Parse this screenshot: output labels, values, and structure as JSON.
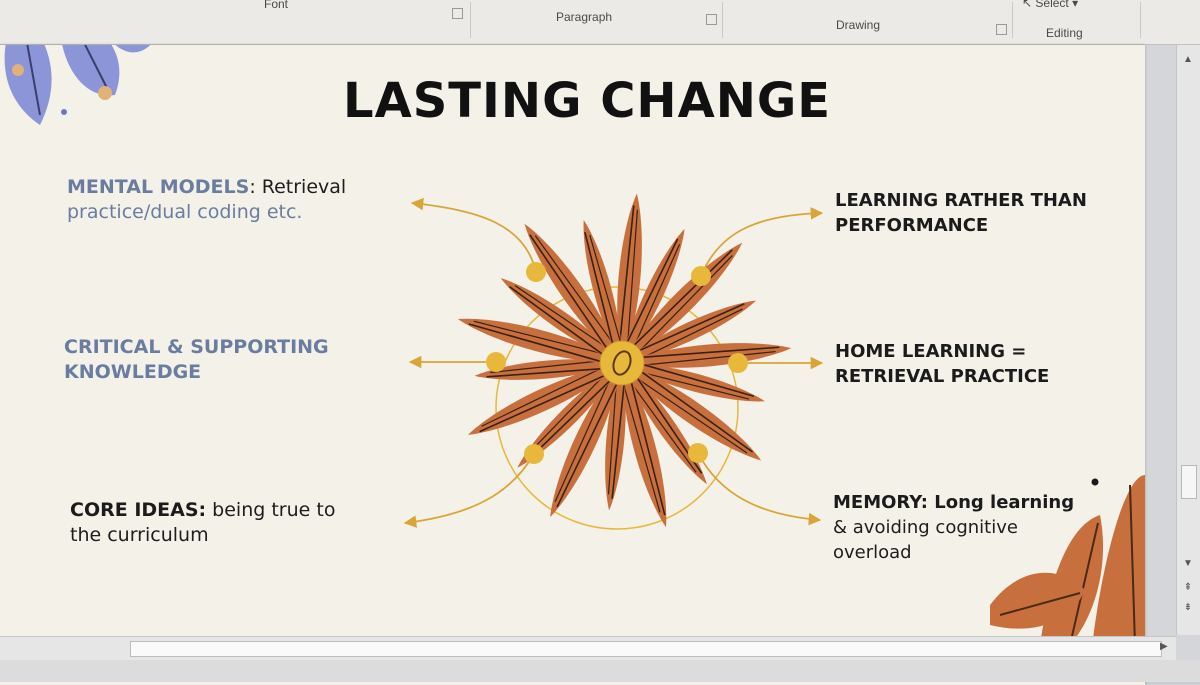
{
  "ribbon": {
    "groups": [
      "Font",
      "Paragraph",
      "Drawing",
      "Editing"
    ],
    "select_label": "Select"
  },
  "slide": {
    "title": "LASTING CHANGE",
    "left": [
      {
        "highlight": "MENTAL MODELS",
        "rest_line1": ": Retrieval",
        "rest_line2": "practice/dual coding etc."
      },
      {
        "line1": "CRITICAL & SUPPORTING",
        "line2": "KNOWLEDGE"
      },
      {
        "bold": "CORE IDEAS:",
        "rest_line1": " being true to",
        "rest_line2": "the curriculum"
      }
    ],
    "right": [
      {
        "line1": "LEARNING RATHER THAN",
        "line2": "PERFORMANCE"
      },
      {
        "line1": "HOME LEARNING =",
        "line2": "RETRIEVAL PRACTICE"
      },
      {
        "bold": "MEMORY: Long learning",
        "rest_line1": "& avoiding cognitive",
        "rest_line2": "overload"
      }
    ]
  },
  "colors": {
    "petal": "#c8703d",
    "petal_dark": "#9e4e25",
    "node": "#e8b83a",
    "line": "#d9a536",
    "corner_flower_blue": "#8b95d8",
    "highlight_text": "#6a7da0"
  }
}
